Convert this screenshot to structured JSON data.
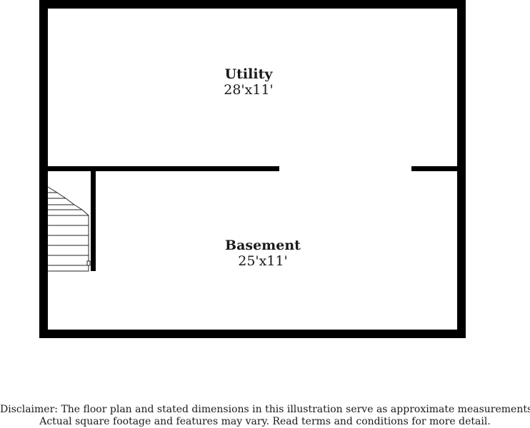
{
  "rooms": {
    "utility": {
      "name": "Utility",
      "dimensions": "28'x11'"
    },
    "basement": {
      "name": "Basement",
      "dimensions": "25'x11'"
    }
  },
  "disclaimer": {
    "line1": "Disclaimer: The floor plan and stated dimensions in this illustration serve as approximate measurements.",
    "line2": "Actual square footage and features may vary. Read terms and conditions for more detail."
  },
  "colors": {
    "wall": "#000000",
    "background": "#ffffff",
    "text": "#1a1a1a"
  }
}
